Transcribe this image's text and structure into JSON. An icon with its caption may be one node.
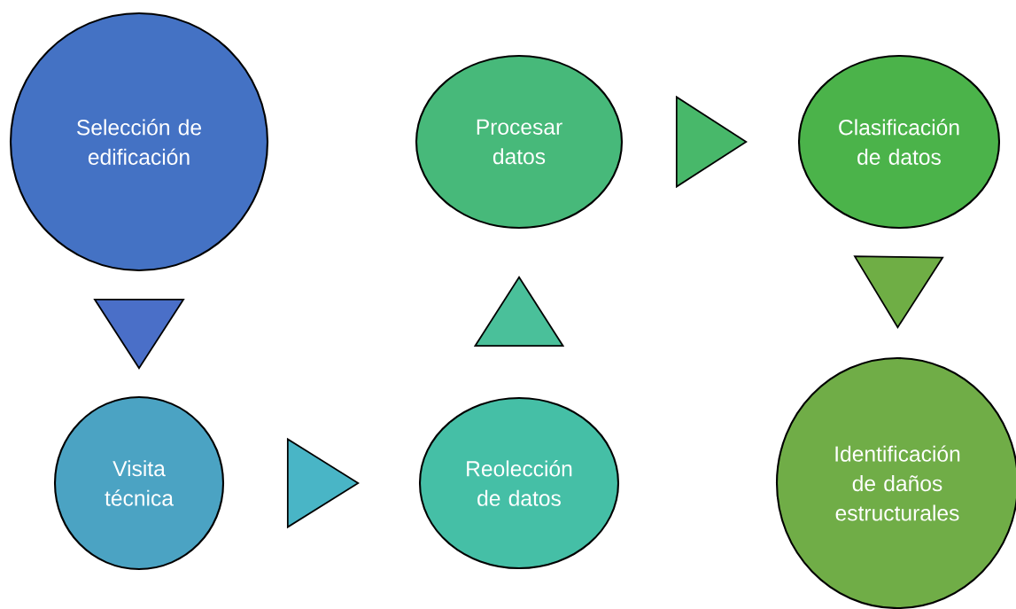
{
  "diagram": {
    "nodes": [
      {
        "text": [
          "Selección de edificación"
        ]
      },
      {
        "text": [
          "Visita técnica"
        ]
      },
      {
        "text": [
          "Reolección de datos"
        ]
      },
      {
        "text": [
          "Procesar datos"
        ]
      },
      {
        "text": [
          "Clasificación de datos"
        ]
      },
      {
        "text": [
          "Identificación de daños estructurales"
        ]
      }
    ],
    "edges": [
      {
        "from": 0,
        "to": 1,
        "arrow": "to",
        "color": "#4a6fc8"
      },
      {
        "from": 1,
        "to": 2,
        "arrow": "to",
        "color": "#49b5c6"
      },
      {
        "from": 2,
        "to": 3,
        "arrow": "to",
        "color": "#4ac09a"
      },
      {
        "from": 3,
        "to": 4,
        "arrow": "to",
        "color": "#48b86a"
      },
      {
        "from": 4,
        "to": 5,
        "arrow": "to",
        "color": "#6fae45"
      }
    ]
  }
}
